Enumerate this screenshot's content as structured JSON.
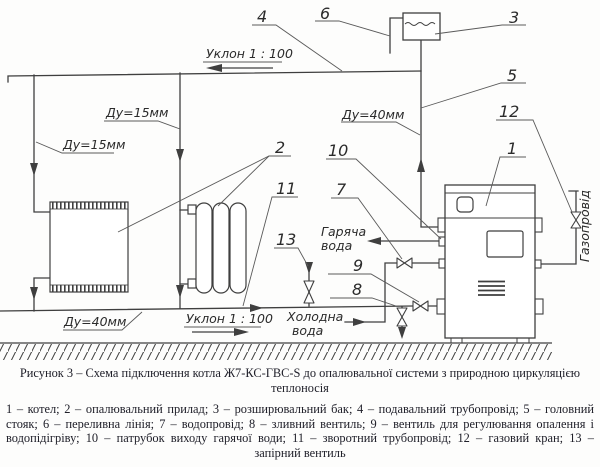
{
  "colors": {
    "line": "#3f3f3f",
    "text": "#2b2b2b",
    "caption": "#20202a",
    "bg": "#fdfdfc"
  },
  "diagram": {
    "callouts": {
      "c1": "1",
      "c2": "2",
      "c3": "3",
      "c4": "4",
      "c5": "5",
      "c6": "6",
      "c7": "7",
      "c8": "8",
      "c9": "9",
      "c10": "10",
      "c11": "11",
      "c12": "12",
      "c13": "13"
    },
    "labels": {
      "slope_top": "Уклон 1 : 100",
      "slope_bottom": "Уклон 1 : 100",
      "du15_upper": "Ду=15мм",
      "du15_left": "Ду=15мм",
      "du40_riser": "Ду=40мм",
      "du40_return": "Ду=40мм",
      "hot_water_line1": "Гаряча",
      "hot_water_line2": "вода",
      "cold_water_line1": "Холодна",
      "cold_water_line2": "вода",
      "gas_pipe": "Газопровід"
    }
  },
  "caption": {
    "title": "Рисунок 3 – Схема підключення котла Ж7-КС-ГВС-S до опалювальної системи з природною циркуляцією теплоносія",
    "legend": "1 – котел; 2 – опалювальний прилад; 3 – розширювальний бак; 4 – подавальний трубопровід; 5 – головний стояк; 6 – переливна лінія; 7 – водопровід; 8 – зливний вентиль; 9 – вентиль для регулювання опалення і водопідігріву; 10 – патрубок виходу гарячої води; 11 – зворотний трубопровід; 12 – газовий кран; 13 – запірний вентиль"
  }
}
